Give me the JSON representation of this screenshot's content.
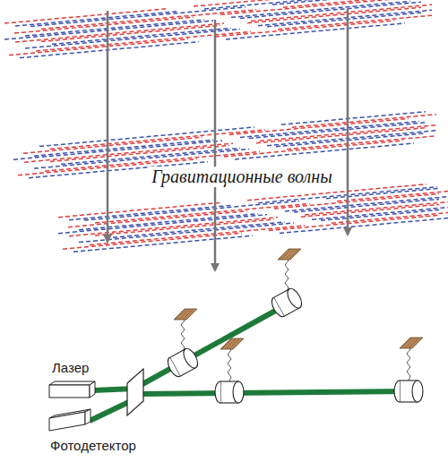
{
  "diagram": {
    "labels": [
      "Гравитационные волны",
      "Лазер",
      "Фотодетектор"
    ]
  }
}
